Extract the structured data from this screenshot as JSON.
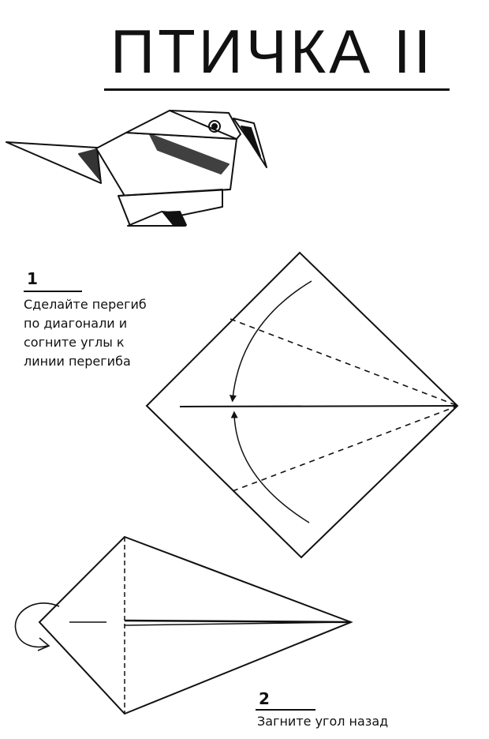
{
  "title": "ПТИЧКА II",
  "steps": [
    {
      "number": "1",
      "text": "Сделайте перегиб\nпо диагонали и\nсогните углы к\nлинии перегиба"
    },
    {
      "number": "2",
      "text": "Загните угол назад"
    }
  ]
}
